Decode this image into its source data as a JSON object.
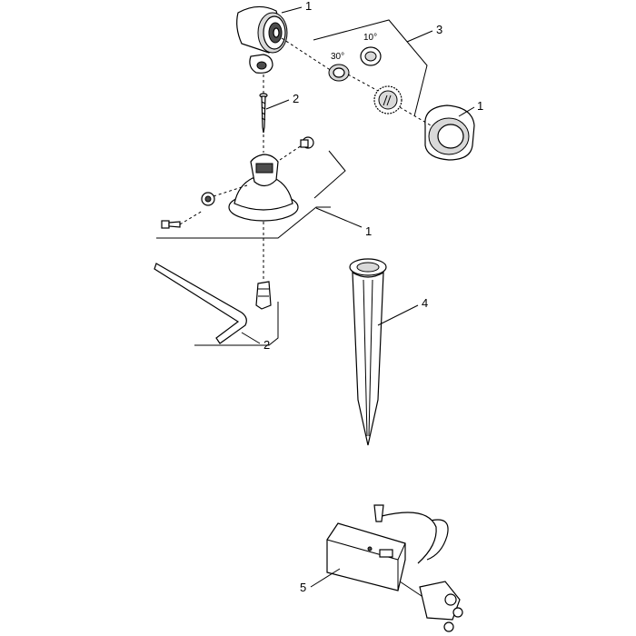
{
  "labels": {
    "top_spotlight": "1",
    "screw_dowel": "2",
    "lens_set": "3",
    "right_ring": "1",
    "base_mount": "1",
    "wrench_set": "2",
    "ground_spike": "4",
    "transformer": "5"
  },
  "angles": {
    "wide": "30°",
    "narrow": "10°"
  }
}
